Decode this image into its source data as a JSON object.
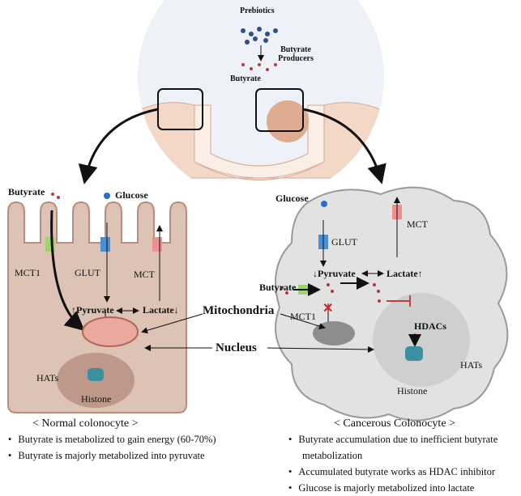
{
  "top": {
    "prebiotics": "Prebiotics",
    "producers": "Butyrate Producers",
    "butyrate": "Butyrate"
  },
  "normal": {
    "butyrate": "Butyrate",
    "glucose": "Glucose",
    "mct1": "MCT1",
    "glut": "GLUT",
    "mct": "MCT",
    "pyruvate": "↑Pyruvate",
    "lactate": "Lactate↓",
    "hats": "HATs",
    "histone": "Histone",
    "title": "< Normal colonocyte >",
    "bullets": [
      "Butyrate is metabolized to gain energy (60-70%)",
      "Butyrate is majorly metabolized into pyruvate"
    ]
  },
  "shared": {
    "mitochondria": "Mitochondria",
    "nucleus": "Nucleus"
  },
  "cancer": {
    "glucose": "Glucose",
    "mct": "MCT",
    "glut": "GLUT",
    "pyruvate": "↓Pyruvate",
    "lactate": "Lactate↑",
    "butyrate": "Butyrate",
    "mct1": "MCT1",
    "hdacs": "HDACs",
    "hats": "HATs",
    "histone": "Histone",
    "title": "< Cancerous Colonocyte >",
    "bullets": [
      "Butyrate accumulation due to inefficient butyrate",
      "metabolization",
      "Accumulated butyrate works as HDAC inhibitor",
      "Glucose is majorly metabolized into lactate"
    ]
  },
  "colors": {
    "normal_cell": "#dcc3b5",
    "cancer_cell": "#e2e2e2",
    "glut": "#4a8fd4",
    "mct1": "#9fd46a",
    "mct": "#f08f8f"
  }
}
